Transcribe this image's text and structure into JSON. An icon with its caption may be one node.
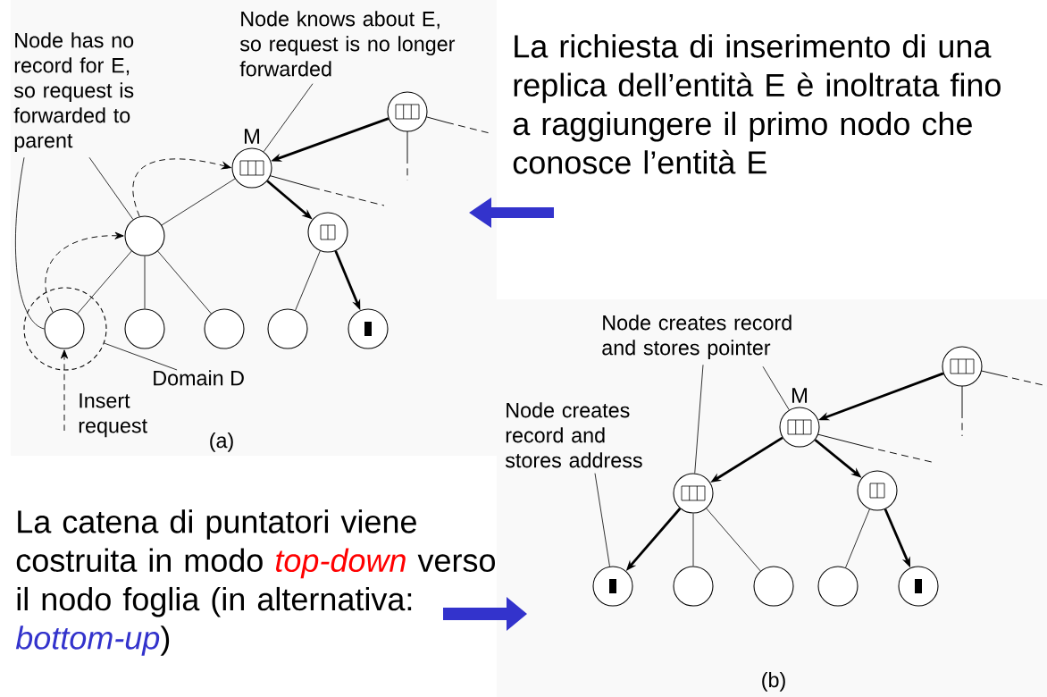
{
  "diagram": {
    "nodes": [
      {
        "text": [
          "Node has no record for E, so request is forwarded to parent"
        ]
      },
      {
        "text": [
          "Node knows about E, so request is no longer forwarded"
        ]
      },
      {
        "text": [],
        "shape": "circle"
      },
      {
        "text": [],
        "shape": "circle",
        "beside": [
          "M"
        ]
      },
      {
        "text": [],
        "shape": "circle"
      },
      {
        "text": [],
        "shape": "circle"
      },
      {
        "text": [],
        "shape": "circle"
      },
      {
        "text": [],
        "shape": "circle",
        "in": 6
      },
      {
        "text": [],
        "shape": "circle"
      },
      {
        "text": [],
        "shape": "circle"
      },
      {
        "text": [],
        "shape": "circle"
      },
      {
        "text": [],
        "shape": "circle"
      },
      {
        "text": [
          "Domain D"
        ]
      },
      {
        "text": [
          "Node creates record and stores pointer"
        ]
      },
      {
        "text": [],
        "shape": "circle"
      },
      {
        "text": [],
        "shape": "circle",
        "beside": [
          "M"
        ]
      },
      {
        "text": [
          "Node creates record and stores address"
        ]
      },
      {
        "text": [],
        "shape": "circle"
      },
      {
        "text": [],
        "shape": "circle"
      },
      {
        "text": [],
        "shape": "circle"
      },
      {
        "text": [],
        "shape": "circle"
      },
      {
        "text": [],
        "shape": "circle"
      },
      {
        "text": [],
        "shape": "circle"
      },
      {
        "text": [],
        "shape": "circle"
      }
    ],
    "edges": [
      {
        "from": 0,
        "to": 7,
        "arrow": "none"
      },
      {
        "from": 0,
        "to": 4,
        "arrow": "none"
      },
      {
        "from": 1,
        "to": 3,
        "arrow": "none"
      },
      {
        "from": 12,
        "to": 6,
        "arrow": "none"
      },
      {
        "from": 2,
        "to": 3,
        "arrow": "to",
        "style": "thick"
      },
      {
        "from": 3,
        "to": 4,
        "arrow": "none"
      },
      {
        "from": 3,
        "to": 5,
        "arrow": "to",
        "style": "thick"
      },
      {
        "from": 4,
        "to": 7,
        "arrow": "none"
      },
      {
        "from": 4,
        "to": 8,
        "arrow": "none"
      },
      {
        "from": 4,
        "to": 9,
        "arrow": "none"
      },
      {
        "from": 5,
        "to": 10,
        "arrow": "none"
      },
      {
        "from": 5,
        "to": 11,
        "arrow": "to",
        "style": "thick"
      },
      {
        "from": 7,
        "to": 4,
        "arrow": "to",
        "style": "dashed"
      },
      {
        "from": 4,
        "to": 3,
        "arrow": "to",
        "style": "dashed"
      },
      {
        "from": null,
        "to": 7,
        "arrow": "to",
        "style": "dashed"
      },
      {
        "from": 13,
        "to": 17,
        "arrow": "none"
      },
      {
        "from": 13,
        "to": 15,
        "arrow": "none"
      },
      {
        "from": 16,
        "to": 19,
        "arrow": "none"
      },
      {
        "from": 14,
        "to": 15,
        "arrow": "to",
        "style": "thick"
      },
      {
        "from": 15,
        "to": 17,
        "arrow": "to",
        "style": "thick"
      },
      {
        "from": 15,
        "to": 18,
        "arrow": "to",
        "style": "thick"
      },
      {
        "from": 17,
        "to": 19,
        "arrow": "to",
        "style": "thick"
      },
      {
        "from": 17,
        "to": 20,
        "arrow": "none"
      },
      {
        "from": 17,
        "to": 21,
        "arrow": "none"
      },
      {
        "from": 18,
        "to": 22,
        "arrow": "none"
      },
      {
        "from": 18,
        "to": 23,
        "arrow": "to",
        "style": "thick"
      }
    ],
    "labels": [
      "La richiesta di inserimento di una replica dell’entità E è inoltrata fino a raggiungere il primo nodo che conosce l’entità E",
      "Insert request",
      "(a)",
      "La catena di puntatori viene costruita in modo *top-down* verso il nodo foglia (in alternativa: *bottom-up*)",
      "(b)"
    ]
  }
}
